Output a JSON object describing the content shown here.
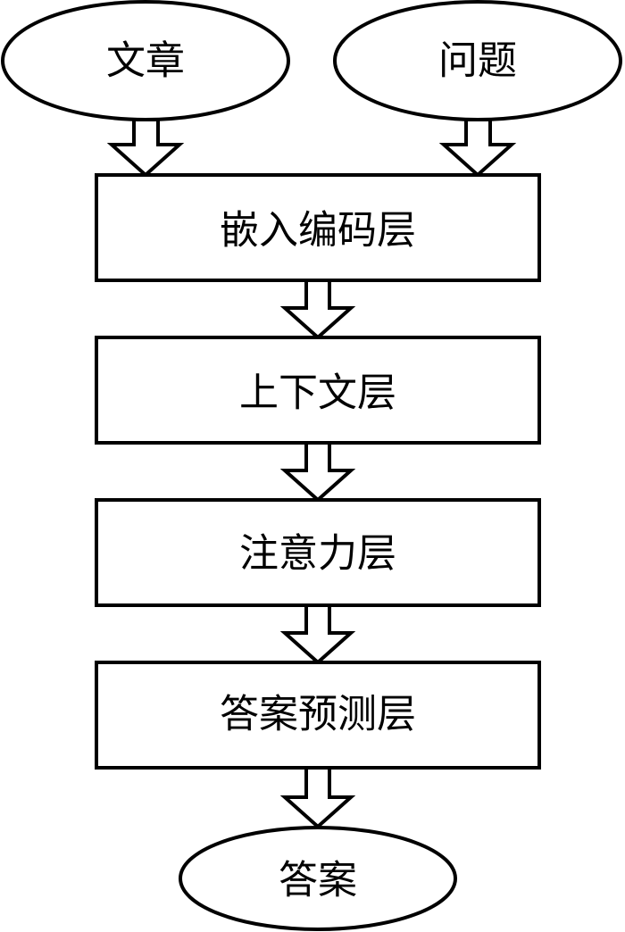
{
  "inputs": {
    "passage": "文章",
    "question": "问题"
  },
  "layers": {
    "embedding": "嵌入编码层",
    "context": "上下文层",
    "attention": "注意力层",
    "prediction": "答案预测层"
  },
  "output": {
    "answer": "答案"
  }
}
